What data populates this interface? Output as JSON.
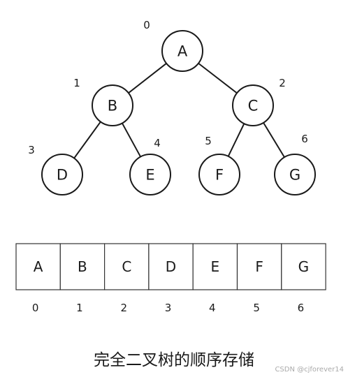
{
  "tree": {
    "nodes": [
      {
        "label": "A",
        "index": "0"
      },
      {
        "label": "B",
        "index": "1"
      },
      {
        "label": "C",
        "index": "2"
      },
      {
        "label": "D",
        "index": "3"
      },
      {
        "label": "E",
        "index": "4"
      },
      {
        "label": "F",
        "index": "5"
      },
      {
        "label": "G",
        "index": "6"
      }
    ],
    "edges": [
      [
        "A",
        "B"
      ],
      [
        "A",
        "C"
      ],
      [
        "B",
        "D"
      ],
      [
        "B",
        "E"
      ],
      [
        "C",
        "F"
      ],
      [
        "C",
        "G"
      ]
    ]
  },
  "array": {
    "cells": [
      "A",
      "B",
      "C",
      "D",
      "E",
      "F",
      "G"
    ],
    "indices": [
      "0",
      "1",
      "2",
      "3",
      "4",
      "5",
      "6"
    ]
  },
  "caption": "完全二叉树的顺序存储",
  "watermark": "CSDN @cjforever14"
}
